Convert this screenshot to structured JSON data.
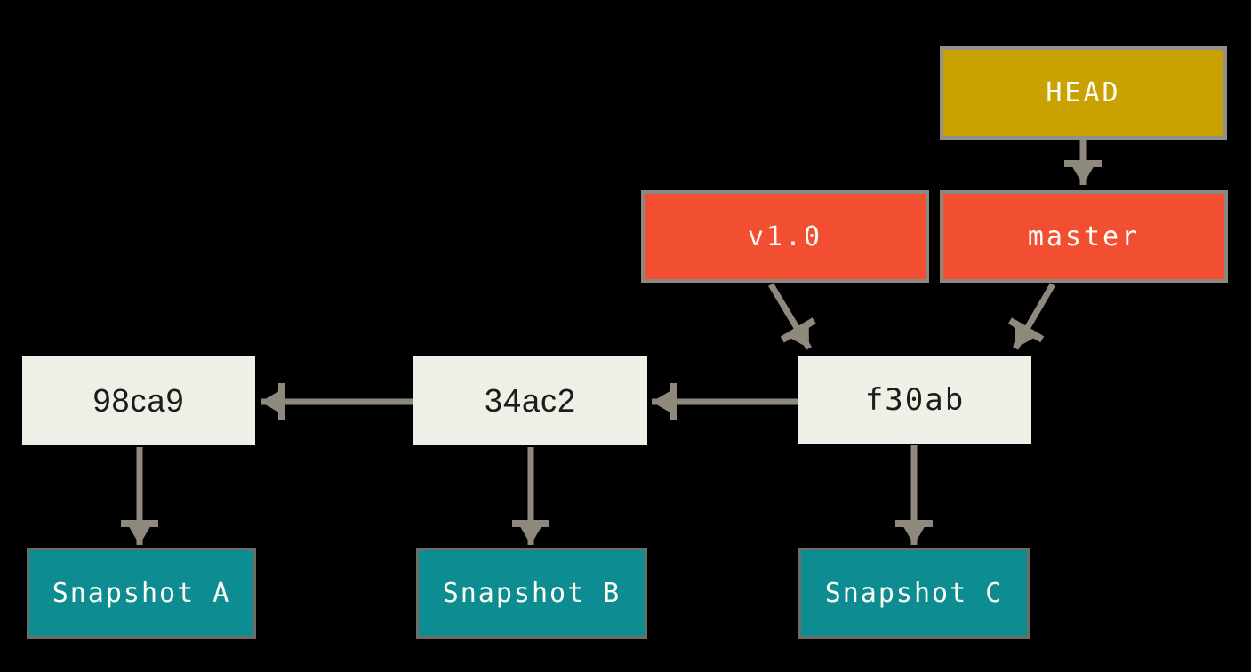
{
  "diagram": {
    "description": "Git branch and history diagram",
    "nodes": {
      "head": {
        "label": "HEAD",
        "role": "symbolic-ref",
        "fill": "#C9A100",
        "text_color": "#FDFDF6"
      },
      "v1_0": {
        "label": "v1.0",
        "role": "tag",
        "fill": "#F14E32",
        "text_color": "#FDFDF6"
      },
      "master": {
        "label": "master",
        "role": "branch",
        "fill": "#F14E32",
        "text_color": "#FDFDF6"
      },
      "commit1": {
        "label": "98ca9",
        "role": "commit",
        "fill": "#F0EFE7",
        "text_color": "#1D1C19"
      },
      "commit2": {
        "label": "34ac2",
        "role": "commit",
        "fill": "#F0EFE7",
        "text_color": "#1D1C19"
      },
      "commit3": {
        "label": "f30ab",
        "role": "commit",
        "fill": "#F0EFE7",
        "text_color": "#1D1C19"
      },
      "snapshotA": {
        "label": "Snapshot A",
        "role": "snapshot",
        "fill": "#0D8D91",
        "text_color": "#FDFDF6"
      },
      "snapshotB": {
        "label": "Snapshot B",
        "role": "snapshot",
        "fill": "#0D8D91",
        "text_color": "#FDFDF6"
      },
      "snapshotC": {
        "label": "Snapshot C",
        "role": "snapshot",
        "fill": "#0D8D91",
        "text_color": "#FDFDF6"
      }
    },
    "edges": [
      {
        "from": "HEAD",
        "to": "master"
      },
      {
        "from": "v1.0",
        "to": "f30ab"
      },
      {
        "from": "master",
        "to": "f30ab"
      },
      {
        "from": "f30ab",
        "to": "34ac2"
      },
      {
        "from": "34ac2",
        "to": "98ca9"
      },
      {
        "from": "98ca9",
        "to": "Snapshot A"
      },
      {
        "from": "34ac2",
        "to": "Snapshot B"
      },
      {
        "from": "f30ab",
        "to": "Snapshot C"
      }
    ],
    "colors": {
      "background": "#000000",
      "head_fill": "#C9A100",
      "ref_fill": "#F14E32",
      "commit_fill": "#F0EFE7",
      "snapshot_fill": "#0D8D91",
      "arrow": "#8F887D",
      "box_border": "#8D887F",
      "snapshot_border": "#6E6C64"
    }
  }
}
